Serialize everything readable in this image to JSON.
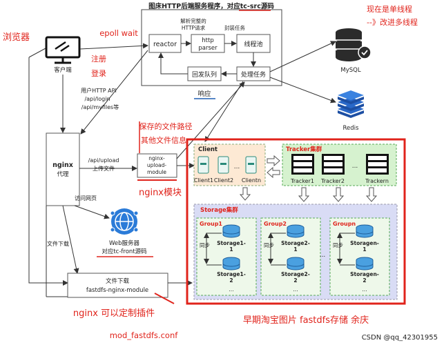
{
  "header": {
    "title": "图床HTTP后端服务程序，对应tc-src源码",
    "single_thread_line1": "现在是单线程",
    "single_thread_line2": "--》改进多线程"
  },
  "browser": {
    "label": "浏览器",
    "client_label": "客户端"
  },
  "epoll_label": "epoll wait",
  "register_login": {
    "register": "注册",
    "login": "登录"
  },
  "http_service": {
    "reactor": "reactor",
    "http_parser_line1": "http",
    "http_parser_line2": "parser",
    "thread_pool": "线程池",
    "reply_queue": "回发队列",
    "process_task": "处理任务",
    "parse_request_line1": "解析完整的",
    "parse_request_line2": "HTTP请求",
    "encapsulate_task": "封装任务",
    "response": "响应"
  },
  "api_list": {
    "line1": "用户HTTP API",
    "line2": "/api/login",
    "line3": "/api/myfiles等"
  },
  "nginx": {
    "title": "nginx",
    "subtitle": "代理",
    "upload_line1": "/api/upload",
    "upload_line2": "上传文件",
    "visit_web": "访问网页",
    "file_download": "文件下载"
  },
  "upload_module": {
    "line1": "nginx-",
    "line2": "upload-",
    "line3": "module",
    "annotation": "nginx模块"
  },
  "saved_info": {
    "line1": "保存的文件路径",
    "line2": "其他文件信息"
  },
  "databases": {
    "mysql": "MySQL",
    "redis": "Redis"
  },
  "web_server": {
    "line1": "Web服务器",
    "line2": "对应tc-front源码"
  },
  "fastdfs_module": {
    "line1": "文件下载",
    "line2": "fastdfs-nginx-module",
    "plugin_note": "nginx 可以定制插件",
    "conf_note": "mod_fastdfs.conf"
  },
  "client_cluster": {
    "title": "Client",
    "items": [
      "Client1",
      "Client2",
      "Clientn"
    ],
    "ellipsis": "..."
  },
  "tracker_cluster": {
    "title": "Tracker集群",
    "items": [
      "Tracker1",
      "Tracker2",
      "Trackern"
    ],
    "ellipsis": "..."
  },
  "storage_cluster": {
    "title": "Storage集群",
    "groups": [
      {
        "name": "Group1",
        "sync": "同步",
        "top": "Storage1-",
        "top2": "1",
        "bottom": "Storage1-",
        "bottom2": "2",
        "more": "..."
      },
      {
        "name": "Group2",
        "sync": "同步",
        "top": "Storage2-",
        "top2": "1",
        "bottom": "Storage2-",
        "bottom2": "2",
        "more": "..."
      },
      {
        "name": "Groupn",
        "sync": "同步",
        "top": "Storagen-",
        "top2": "1",
        "bottom": "Storagen-",
        "bottom2": "2",
        "more": "..."
      }
    ],
    "group_ellipsis": "..."
  },
  "footer": {
    "caption": "早期淘宝图片 fastdfs存储 余庆",
    "watermark": "CSDN @qq_42301955"
  },
  "colors": {
    "accent_red": "#e0231b",
    "cluster_border": "#e0231b",
    "client_fill": "#fde9d4",
    "tracker_fill": "#d6f2cf",
    "storage_fill": "#d9dcf5",
    "group_fill": "#eef8ea",
    "db_blue": "#2b7bd8",
    "redis_blue": "#2968c8"
  }
}
